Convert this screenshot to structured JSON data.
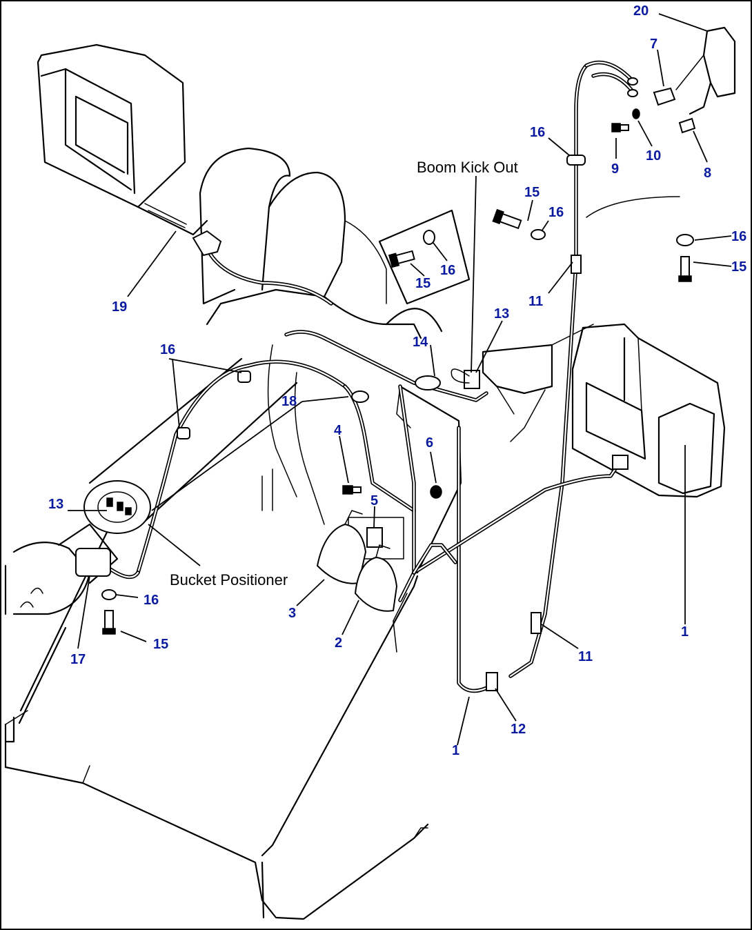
{
  "diagram": {
    "captions": {
      "boom_kick_out": "Boom Kick Out",
      "bucket_positioner": "Bucket Positioner"
    },
    "callouts": {
      "c20": "20",
      "c7": "7",
      "c8": "8",
      "c9": "9",
      "c10": "10",
      "c16_top": "16",
      "c15_mid": "15",
      "c16_mid": "16",
      "c16_plate": "16",
      "c15_plate": "15",
      "c16_right": "16",
      "c15_right": "15",
      "c11_top": "11",
      "c13_top": "13",
      "c14": "14",
      "c19": "19",
      "c16_left": "16",
      "c18": "18",
      "c4": "4",
      "c6": "6",
      "c5": "5",
      "c13_left": "13",
      "c16_bottom": "16",
      "c15_bottom": "15",
      "c17": "17",
      "c3": "3",
      "c2": "2",
      "c1_right": "1",
      "c11_bottom": "11",
      "c12": "12",
      "c1_bottom": "1"
    }
  }
}
